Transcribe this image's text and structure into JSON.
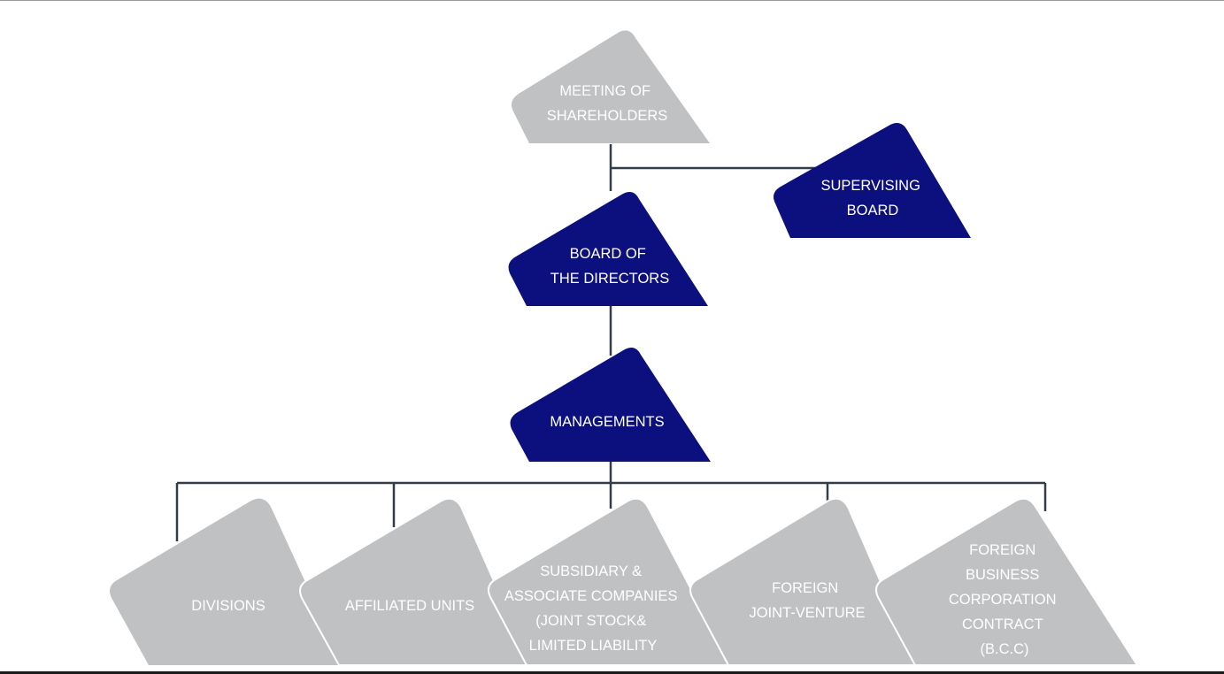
{
  "colors": {
    "navy": "#0c0f7e",
    "gray": "#c0c1c3",
    "connector": "#343c48",
    "text": "#ffffff"
  },
  "nodes": {
    "meeting_of_shareholders": [
      "MEETING OF",
      "SHAREHOLDERS"
    ],
    "supervising_board": [
      "SUPERVISING",
      "BOARD"
    ],
    "board_of_directors": [
      "BOARD OF",
      "THE DIRECTORS"
    ],
    "managements": [
      "MANAGEMENTS"
    ],
    "divisions": [
      "DIVISIONS"
    ],
    "affiliated_units": [
      "AFFILIATED UNITS"
    ],
    "subsidiary_associate": [
      "SUBSIDIARY &",
      "ASSOCIATE COMPANIES",
      "(JOINT STOCK&",
      "LIMITED LIABILITY"
    ],
    "foreign_joint_venture": [
      "FOREIGN",
      "JOINT-VENTURE"
    ],
    "foreign_bcc": [
      "FOREIGN",
      "BUSINESS",
      "CORPORATION",
      "CONTRACT",
      "(B.C.C)"
    ]
  }
}
